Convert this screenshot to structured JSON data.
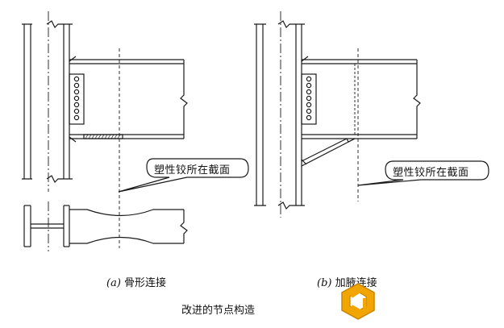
{
  "labels": {
    "callout_a": "塑性铰所在截面",
    "callout_b": "塑性铰所在截面",
    "caption_a_marker": "(a)",
    "caption_a_text": "骨形连接",
    "caption_b_marker": "(b)",
    "caption_b_text": "加腋连接",
    "figure_title": "改进的节点构造"
  },
  "colors": {
    "line": "#1a1a1a",
    "logo_fill": "#f0a500",
    "logo_stroke": "#c98600"
  },
  "icons": {
    "watermark": "hexagon-logo-icon"
  }
}
